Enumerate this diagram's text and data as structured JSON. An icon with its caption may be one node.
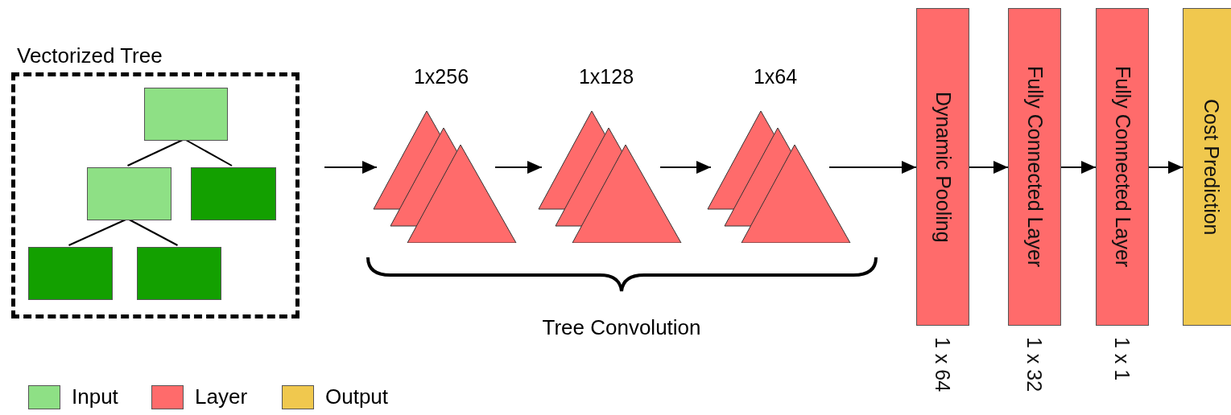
{
  "diagram": {
    "nodes": [
      {
        "text": [
          "Vectorized Tree"
        ]
      },
      {
        "text": [],
        "shape": "box",
        "in": 0
      },
      {
        "text": [],
        "shape": "box",
        "in": 0
      },
      {
        "text": [],
        "shape": "box",
        "in": 0
      },
      {
        "text": [],
        "shape": "box",
        "in": 0
      },
      {
        "text": [],
        "shape": "box",
        "in": 0
      },
      {
        "text": [],
        "shape": "triangle",
        "beside": [
          "1x256"
        ]
      },
      {
        "text": [],
        "shape": "triangle",
        "beside": [
          "1x128"
        ]
      },
      {
        "text": [],
        "shape": "triangle",
        "beside": [
          "1x64"
        ]
      },
      {
        "text": [
          "Dynamic Pooling"
        ],
        "beside": [
          "1 x 64"
        ]
      },
      {
        "text": [
          "Fully Connected Layer"
        ],
        "beside": [
          "1 x 32"
        ]
      },
      {
        "text": [
          "Fully Connected Layer"
        ],
        "beside": [
          "1 x 1"
        ]
      },
      {
        "text": [
          "Cost Prediction"
        ]
      }
    ],
    "edges": [
      {
        "from": 1,
        "to": 2,
        "arrow": "none"
      },
      {
        "from": 1,
        "to": 3,
        "arrow": "none"
      },
      {
        "from": 2,
        "to": 4,
        "arrow": "none"
      },
      {
        "from": 2,
        "to": 5,
        "arrow": "none"
      },
      {
        "from": 0,
        "to": 6,
        "arrow": "to"
      },
      {
        "from": 6,
        "to": 7,
        "arrow": "to"
      },
      {
        "from": 7,
        "to": 8,
        "arrow": "to"
      },
      {
        "from": 8,
        "to": 9,
        "arrow": "to"
      },
      {
        "from": 9,
        "to": 10,
        "arrow": "to"
      },
      {
        "from": 10,
        "to": 11,
        "arrow": "to"
      },
      {
        "from": 11,
        "to": 12,
        "arrow": "to"
      }
    ],
    "labels": [
      "Tree Convolution"
    ],
    "legend": [
      {
        "text": "Input",
        "color": "#8ee085"
      },
      {
        "text": "Layer",
        "color": "#ff6b6b"
      },
      {
        "text": "Output",
        "color": "#f0c84e"
      }
    ]
  }
}
